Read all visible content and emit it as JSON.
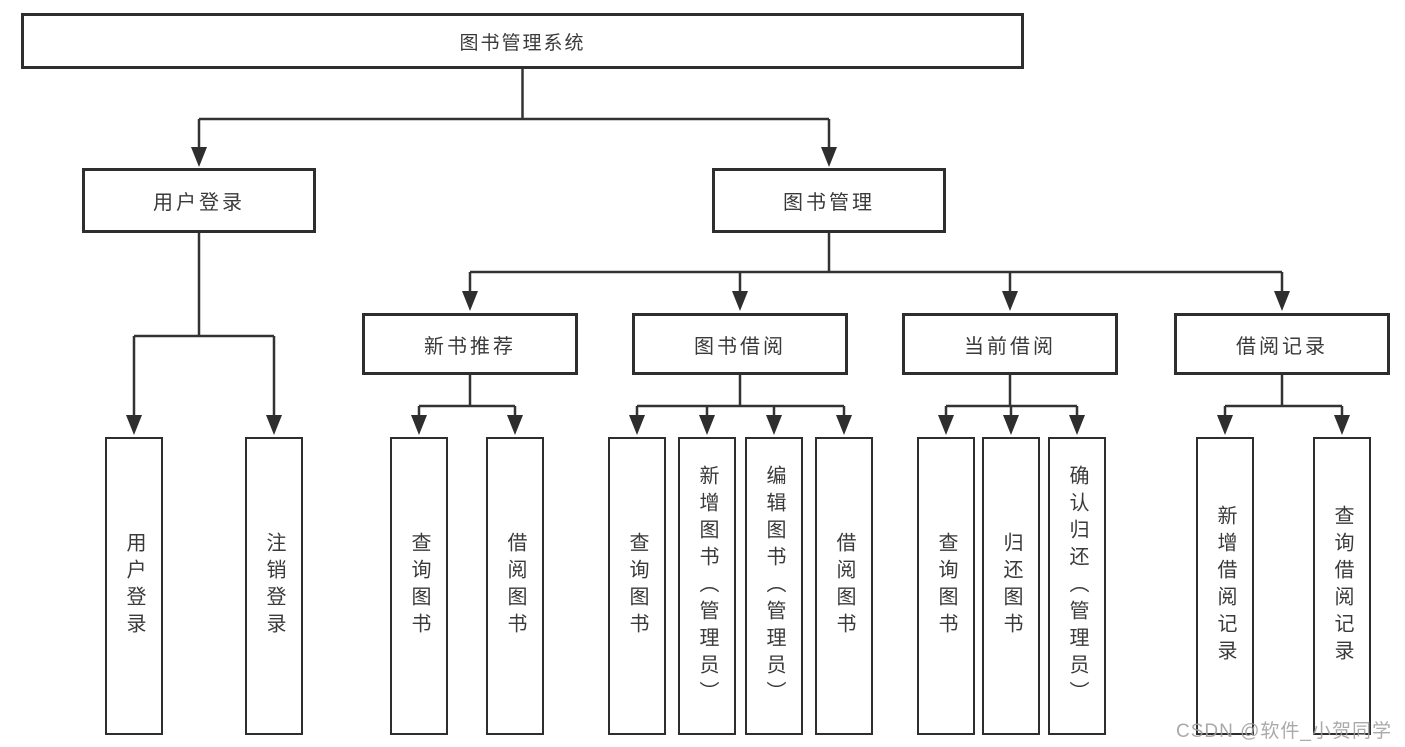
{
  "diagram_title": "图书管理系统",
  "tree": {
    "label": "图书管理系统",
    "children": [
      {
        "label": "用户登录",
        "children": [
          {
            "label": "用户登录"
          },
          {
            "label": "注销登录"
          }
        ]
      },
      {
        "label": "图书管理",
        "children": [
          {
            "label": "新书推荐",
            "children": [
              {
                "label": "查询图书"
              },
              {
                "label": "借阅图书"
              }
            ]
          },
          {
            "label": "图书借阅",
            "children": [
              {
                "label": "查询图书"
              },
              {
                "label": "新增图书（管理员）"
              },
              {
                "label": "编辑图书（管理员）"
              },
              {
                "label": "借阅图书"
              }
            ]
          },
          {
            "label": "当前借阅",
            "children": [
              {
                "label": "查询图书"
              },
              {
                "label": "归还图书"
              },
              {
                "label": "确认归还（管理员）"
              }
            ]
          },
          {
            "label": "借阅记录",
            "children": [
              {
                "label": "新增借阅记录"
              },
              {
                "label": "查询借阅记录"
              }
            ]
          }
        ]
      }
    ]
  },
  "watermark": {
    "text": "CSDN @软件_小贺同学"
  },
  "colors": {
    "border": "#2e2e2e",
    "line": "#333333",
    "text": "#3a3a3a",
    "watermark": "#9e9e9e",
    "background": "#ffffff"
  }
}
